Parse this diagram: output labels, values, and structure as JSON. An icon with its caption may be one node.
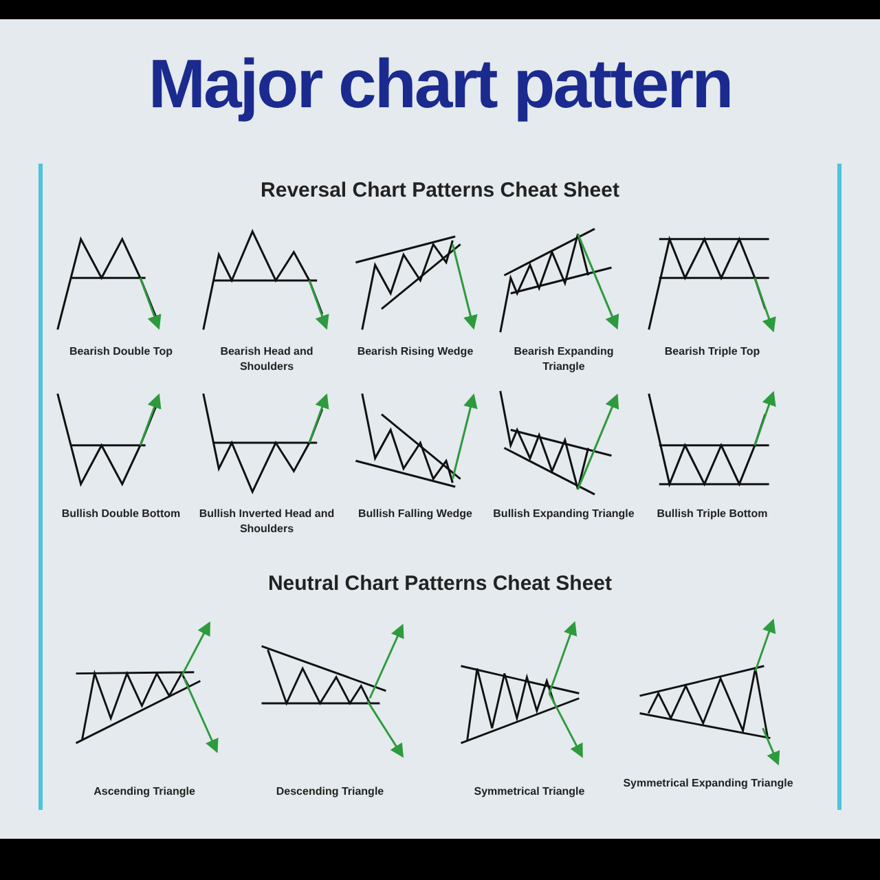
{
  "diagram": {
    "title": "Major chart pattern",
    "labels": [
      "Reversal Chart Patterns Cheat Sheet",
      "Bearish Double Top",
      "Bearish Head and Shoulders",
      "Bearish Rising Wedge",
      "Bearish Expanding Triangle",
      "Bearish Triple Top",
      "Bullish Double Bottom",
      "Bullish Inverted Head and Shoulders",
      "Bullish Falling Wedge",
      "Bullish Expanding Triangle",
      "Bullish Triple Bottom",
      "Neutral Chart Patterns Cheat Sheet",
      "Ascending Triangle",
      "Descending Triangle",
      "Symmetrical Triangle",
      "Symmetrical Expanding Triangle"
    ]
  }
}
